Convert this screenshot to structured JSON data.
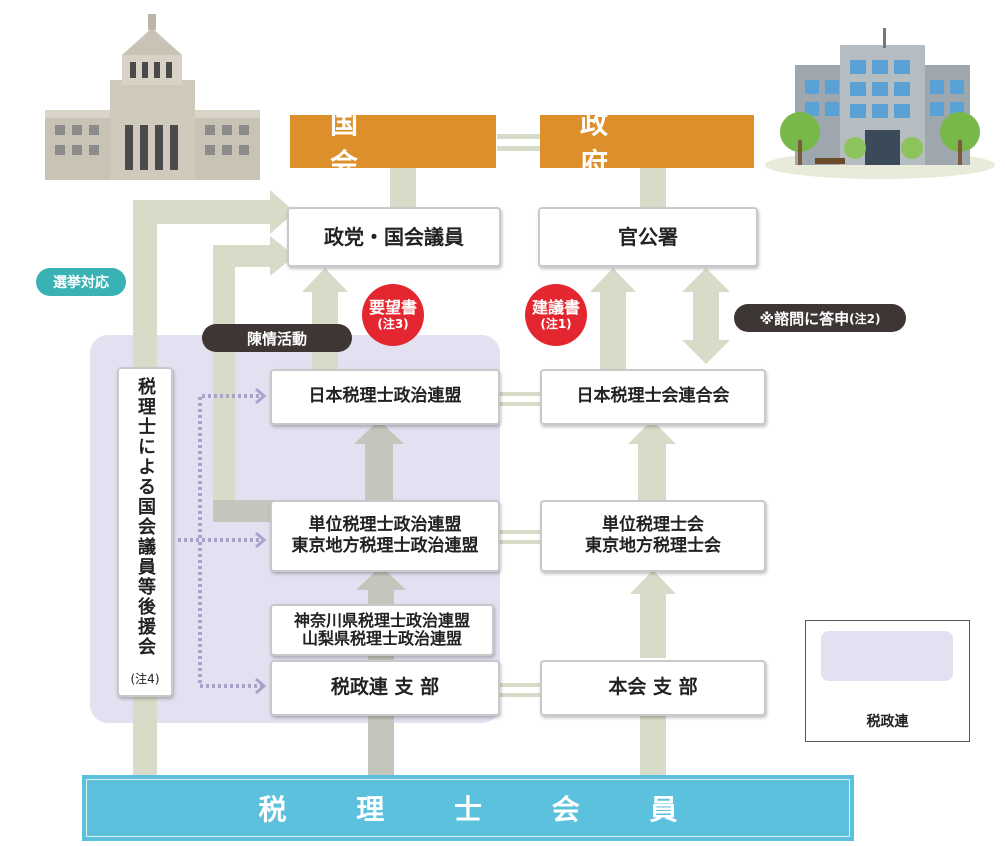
{
  "top": {
    "kokkai": "国 会",
    "seifu": "政 府"
  },
  "boxes": {
    "seito": "政党・国会議員",
    "kankousho": "官公署",
    "nichizeiren": "日本税理士政治連盟",
    "nichizeiren_kai": "日本税理士会連合会",
    "tan_i_renmei_1": "単位税理士政治連盟",
    "tan_i_renmei_2": "東京地方税理士政治連盟",
    "tan_i_kai_1": "単位税理士会",
    "tan_i_kai_2": "東京地方税理士会",
    "other_renmei_1": "神奈川県税理士政治連盟",
    "other_renmei_2": "山梨県税理士政治連盟",
    "zeiseiren_shibu": "税政連 支 部",
    "honkai_shibu": "本会 支 部",
    "koenkai": "税理士による国会議員等後援会",
    "koenkai_note": "(注4)"
  },
  "labels": {
    "senkyo": "選挙対応",
    "chinjo": "陳情活動",
    "yobosho": "要望書",
    "yobosho_note": "(注3)",
    "kengisho": "建議書",
    "kengisho_note": "(注1)",
    "shimon": "※諮問に答申",
    "shimon_note": "(注2)"
  },
  "members": "税 理 士 会 員",
  "legend": {
    "label": "税政連"
  },
  "colors": {
    "orange": "#dc8f2a",
    "cyan": "#5cc1dd",
    "arrow": "#d7dcc8",
    "arrow_dark": "#c3c6bc",
    "region": "#e3e0f1",
    "red": "#e3262f",
    "teal": "#3ab1b5",
    "brown": "#3e3535"
  }
}
